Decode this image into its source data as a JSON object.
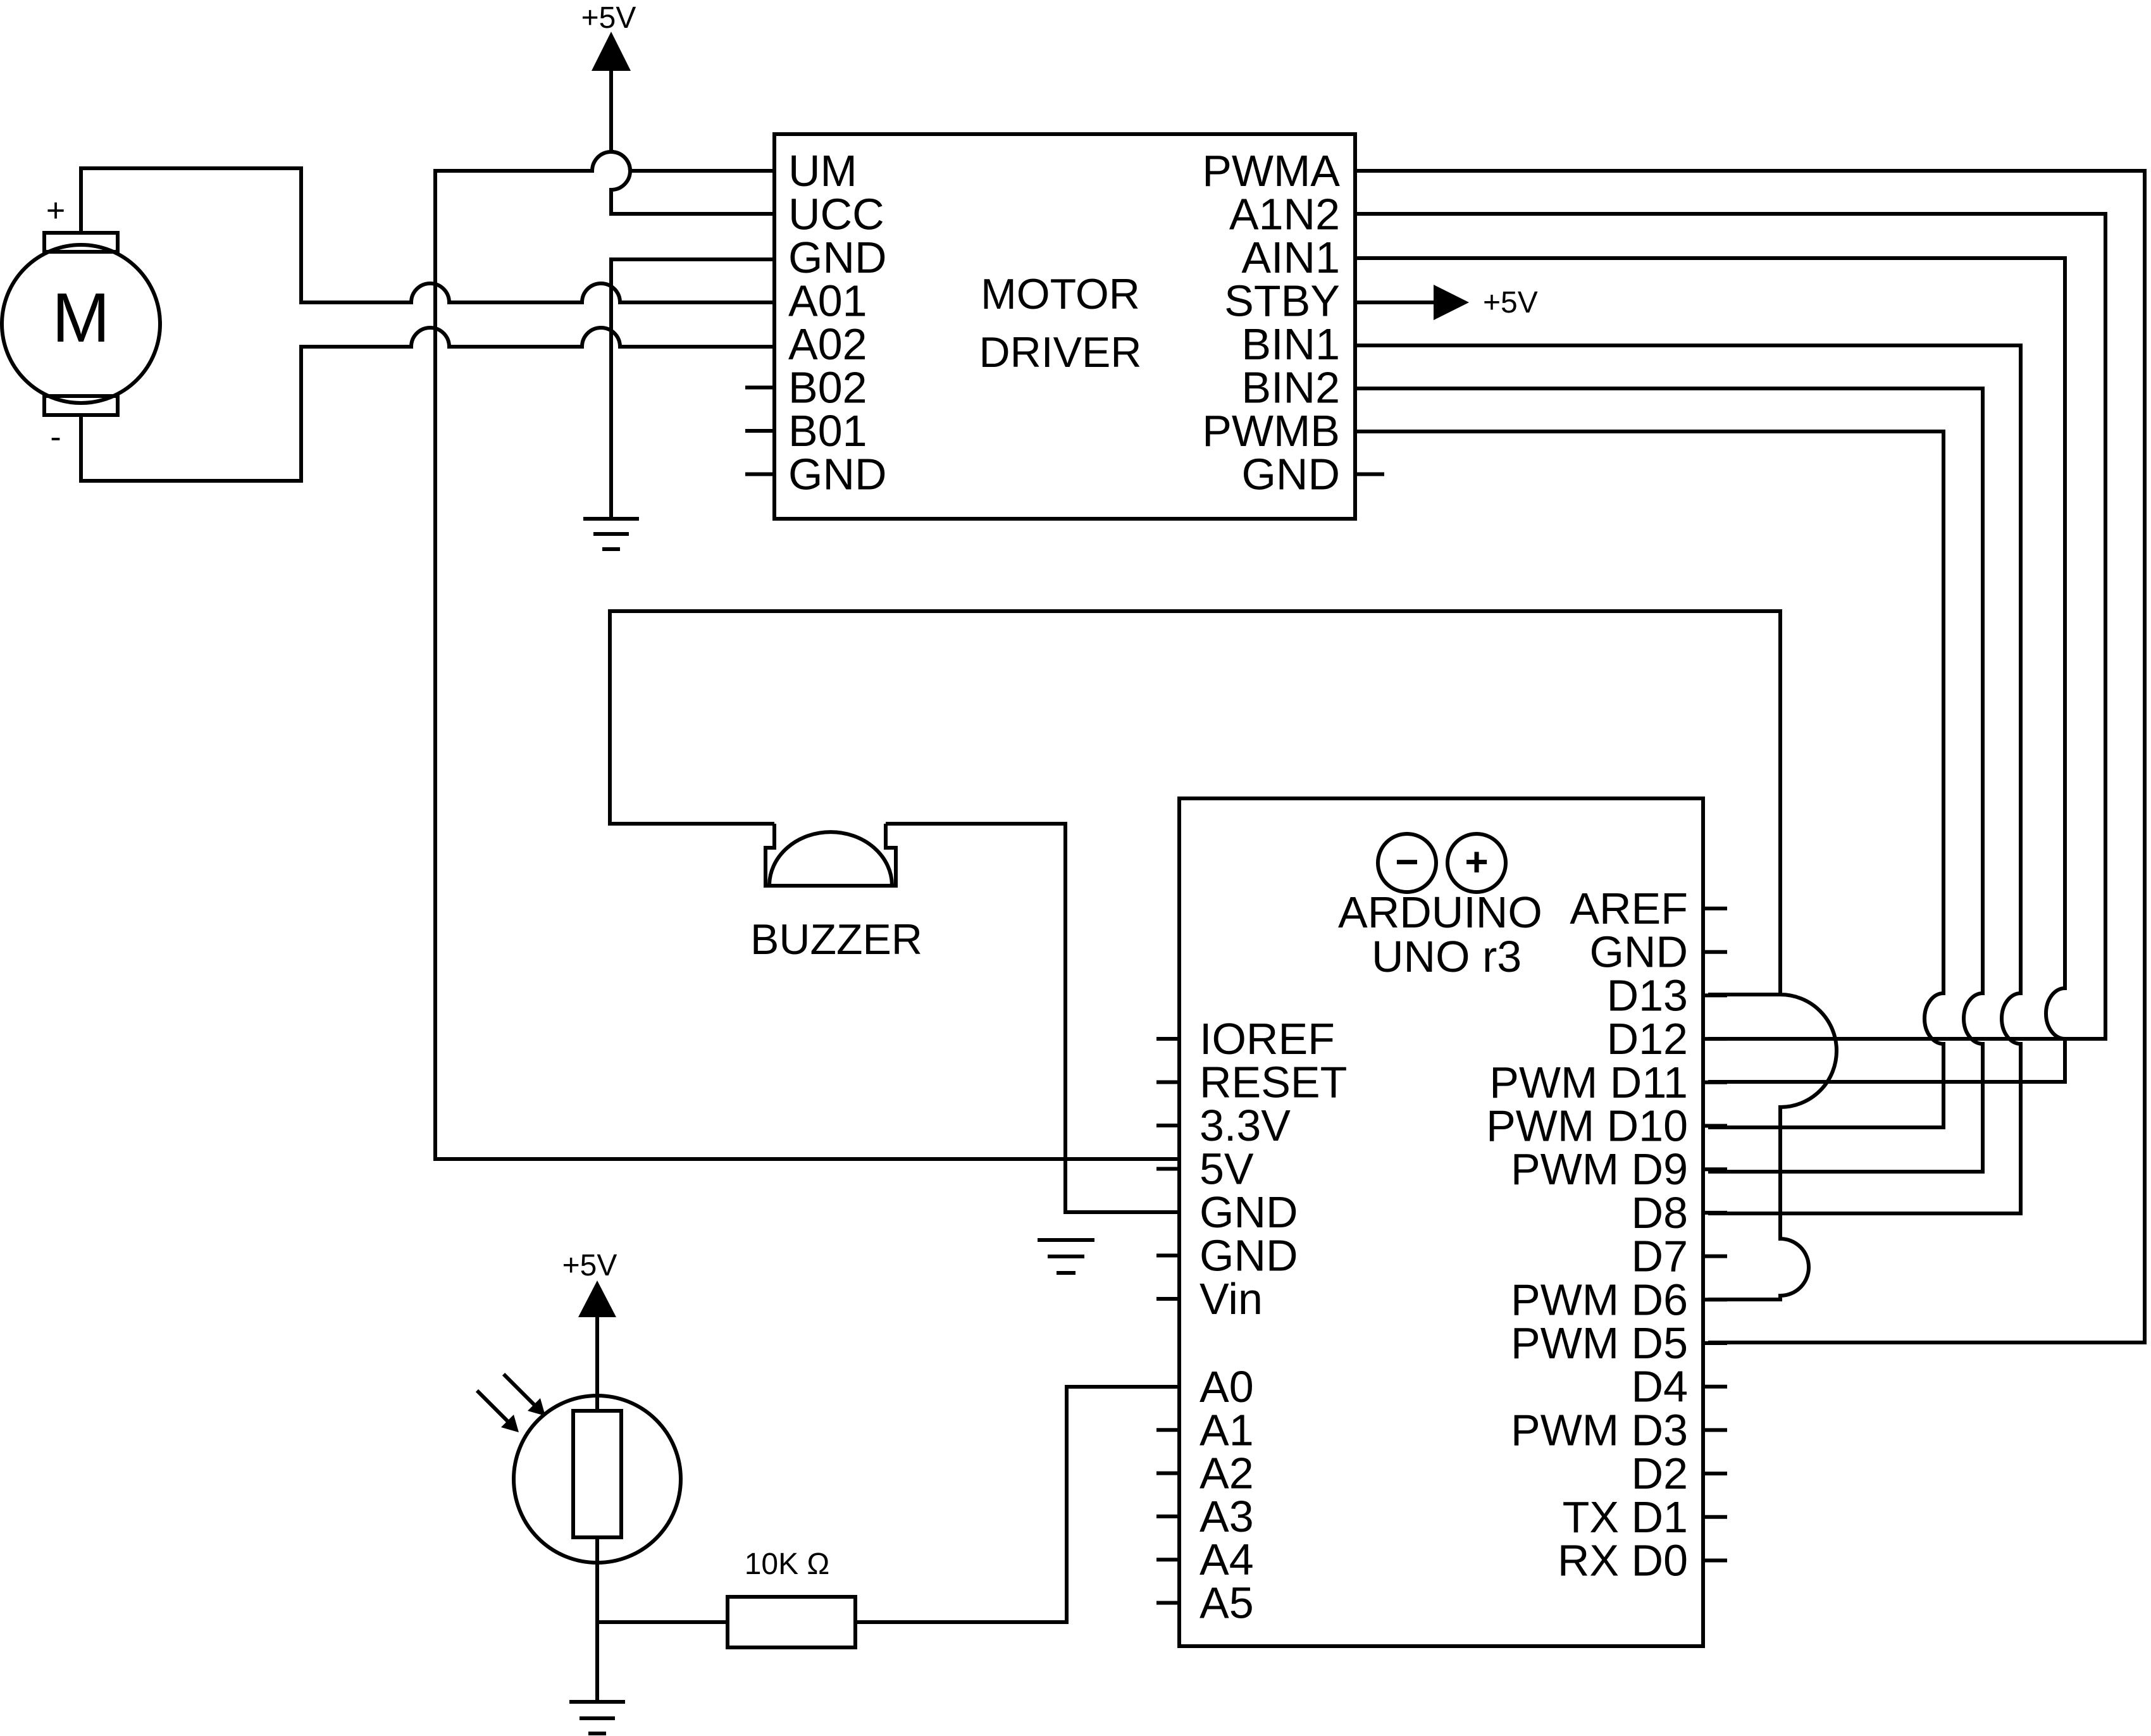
{
  "motor": {
    "label": "M",
    "plus": "+",
    "minus": "-"
  },
  "supply_labels": [
    "+5V",
    "+5V",
    "+5V"
  ],
  "motor_driver": {
    "title": [
      "MOTOR",
      "DRIVER"
    ],
    "left_pins": [
      "UM",
      "UCC",
      "GND",
      "A01",
      "A02",
      "B02",
      "B01",
      "GND"
    ],
    "right_pins": [
      "PWMA",
      "A1N2",
      "AIN1",
      "STBY",
      "BIN1",
      "BIN2",
      "PWMB",
      "GND"
    ]
  },
  "buzzer": {
    "label": "BUZZER"
  },
  "arduino": {
    "name": [
      "ARDUINO",
      "UNO r3"
    ],
    "logo_symbols": [
      "−",
      "+"
    ],
    "left_pins": [
      "IOREF",
      "RESET",
      "3.3V",
      "5V",
      "GND",
      "GND",
      "Vin",
      "A0",
      "A1",
      "A2",
      "A3",
      "A4",
      "A5"
    ],
    "right_pins": [
      "AREF",
      "GND",
      "D13",
      "D12",
      "PWM D11",
      "PWM D10",
      "PWM D9",
      "D8",
      "D7",
      "PWM D6",
      "PWM D5",
      "D4",
      "PWM D3",
      "D2",
      "TX D1",
      "RX D0"
    ]
  },
  "resistor": {
    "label": "10K Ω"
  }
}
